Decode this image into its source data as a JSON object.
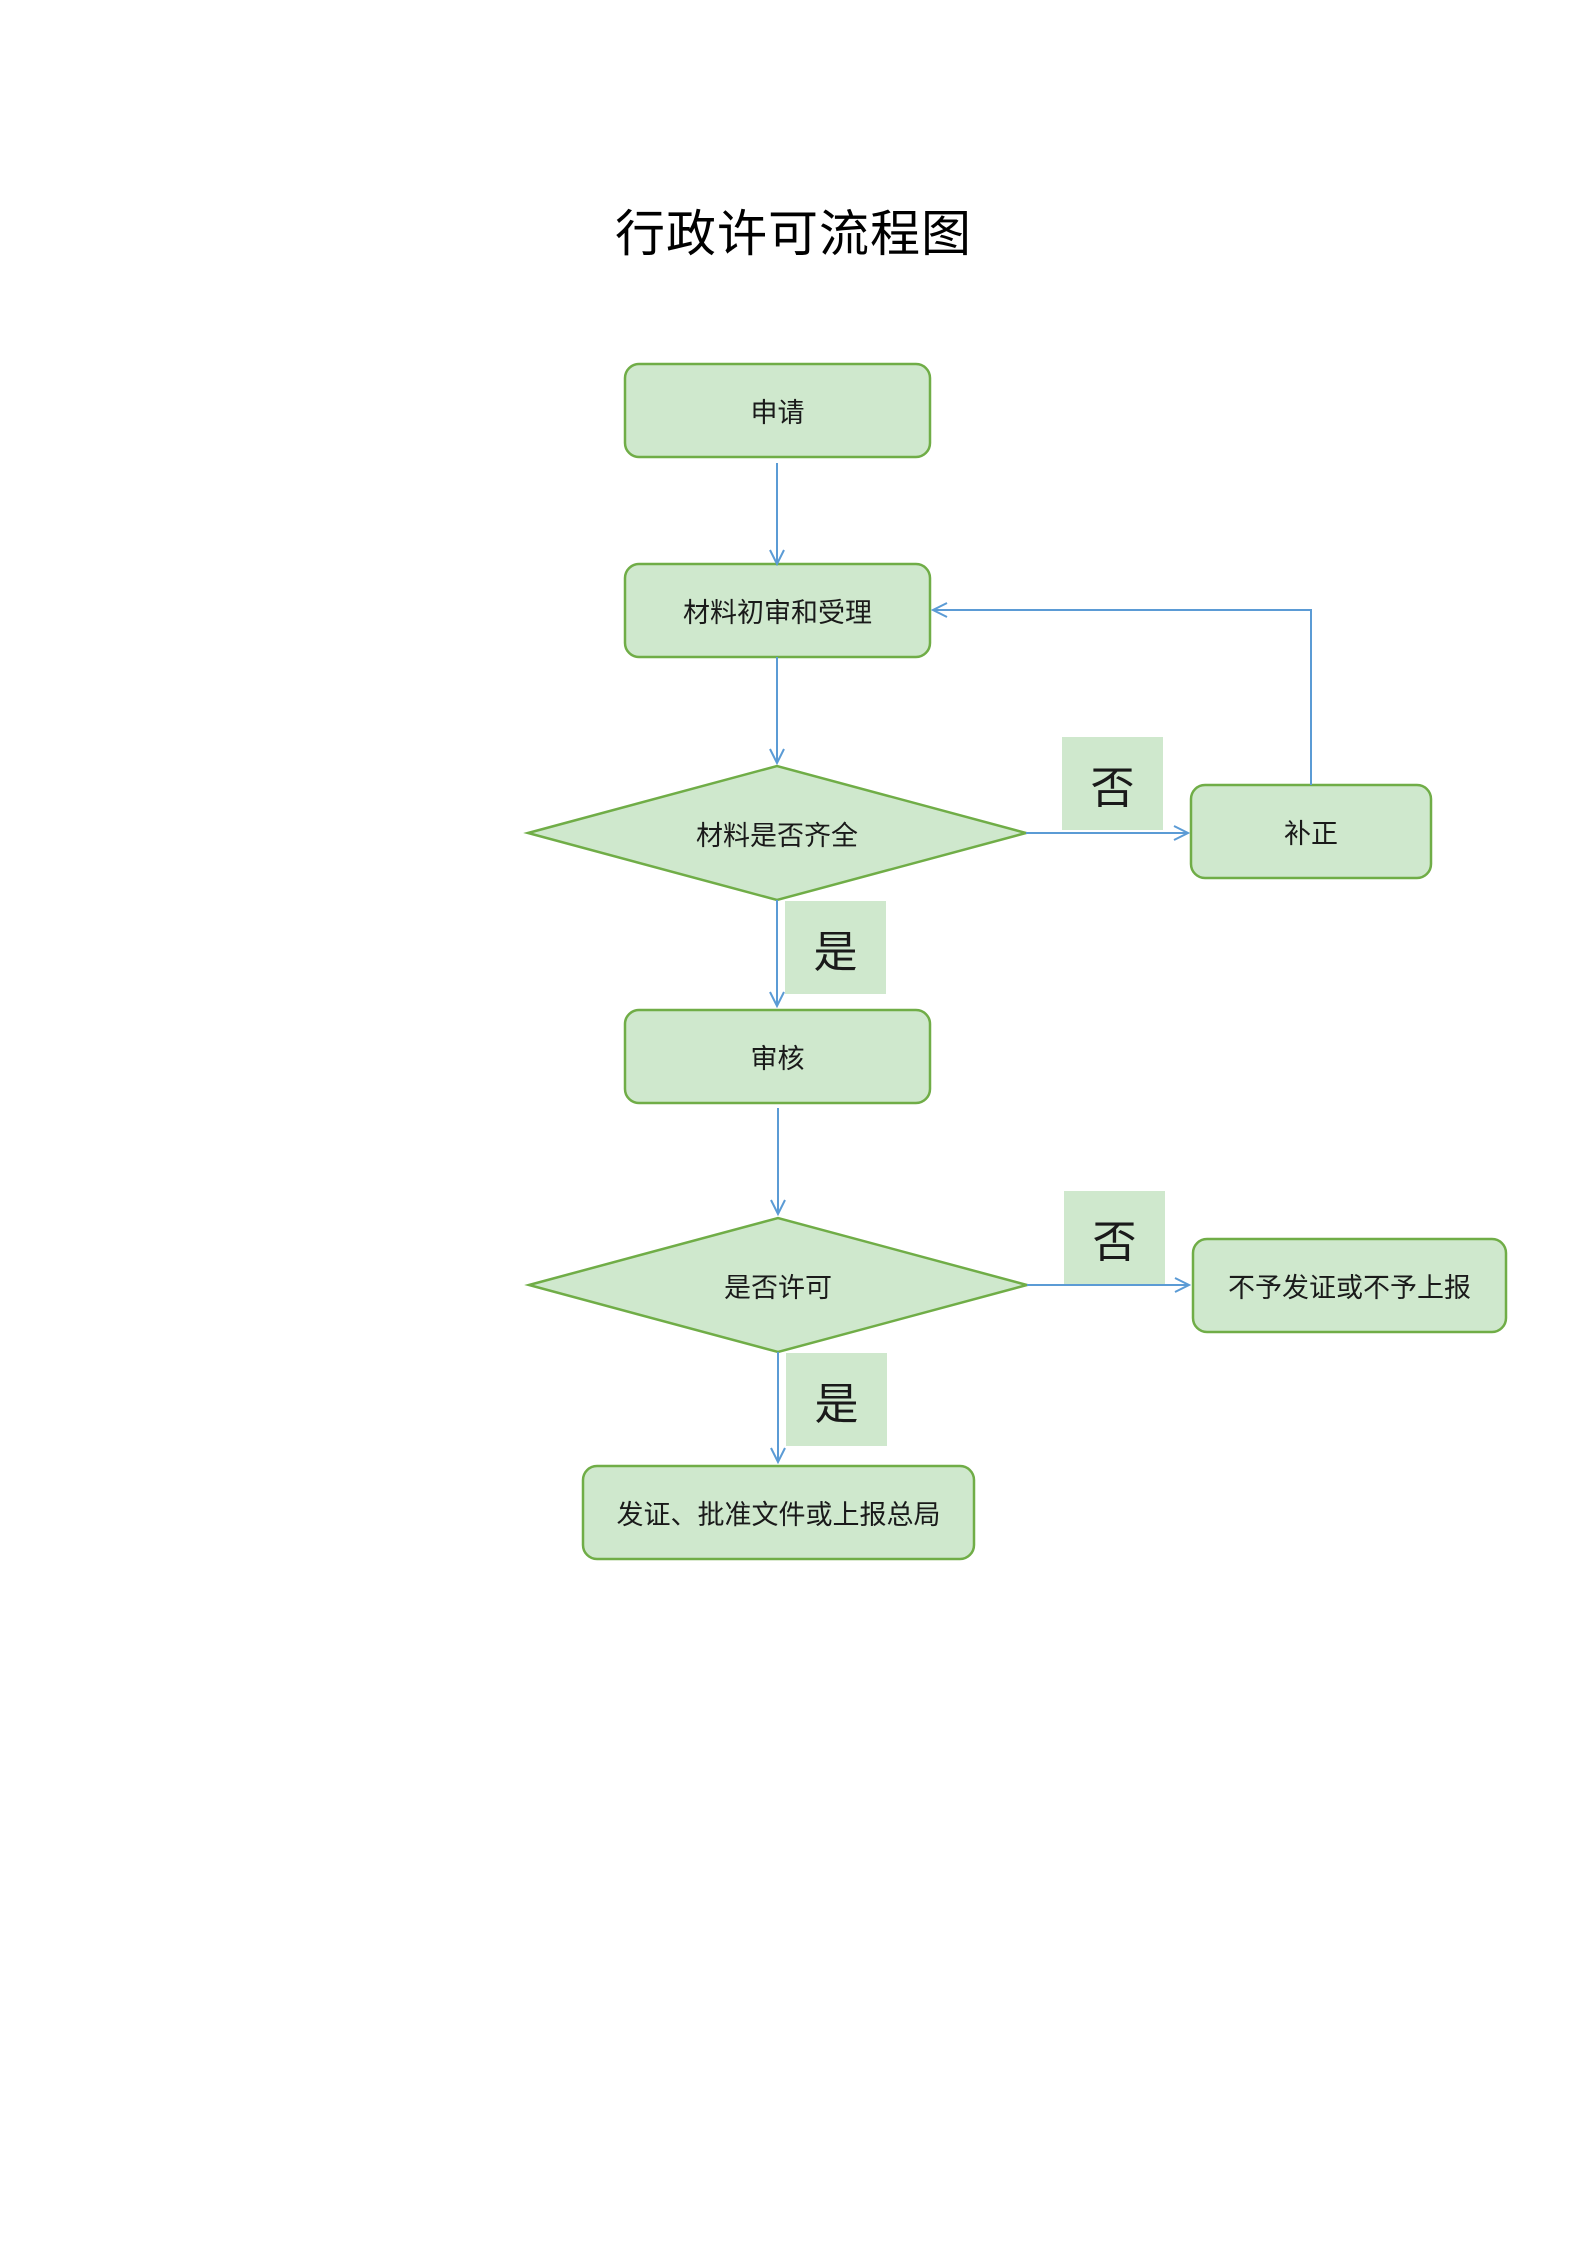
{
  "title": "行政许可流程图",
  "colors": {
    "node_fill": "#cfe8cd",
    "node_stroke": "#70ad47",
    "arrow": "#5b9bd5",
    "yes_no_fill": "#cfe8cd"
  },
  "nodes": {
    "apply": "申请",
    "initial_review": "材料初审和受理",
    "materials_complete": "材料是否齐全",
    "supplement": "补正",
    "review": "审核",
    "permit_decision": "是否许可",
    "deny": "不予发证或不予上报",
    "issue": "发证、批准文件或上报总局"
  },
  "branch_labels": {
    "materials_no": "否",
    "materials_yes": "是",
    "permit_no": "否",
    "permit_yes": "是"
  }
}
